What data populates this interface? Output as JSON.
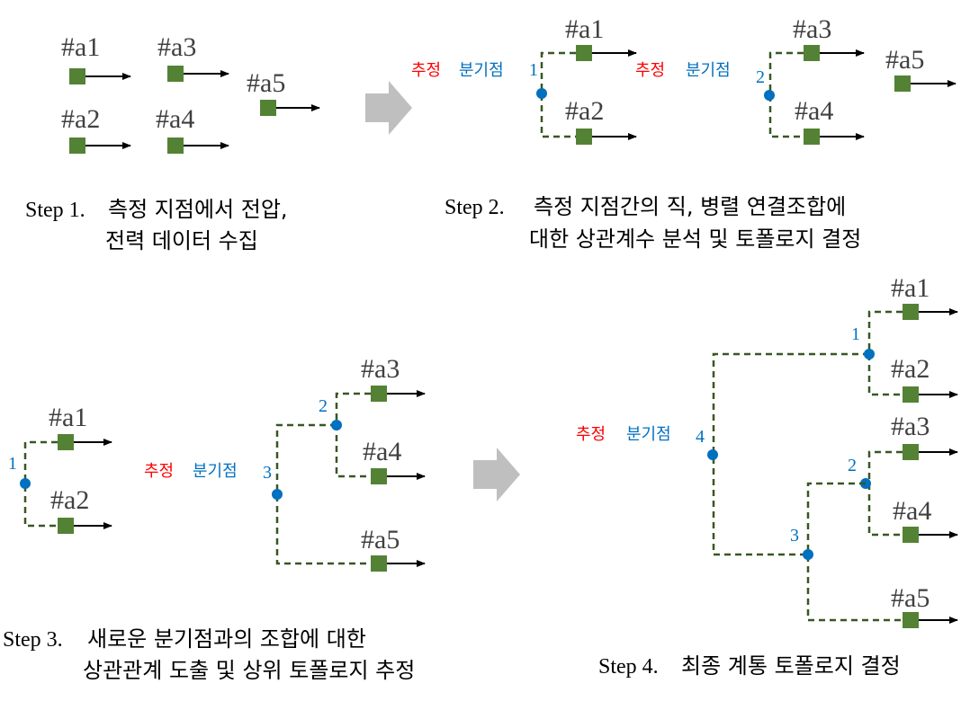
{
  "labels": {
    "a1": "#a1",
    "a2": "#a2",
    "a3": "#a3",
    "a4": "#a4",
    "a5": "#a5"
  },
  "branch_text": {
    "estimate": "추정",
    "branch_point": "분기점"
  },
  "branch_numbers": {
    "n1": "1",
    "n2": "2",
    "n3": "3",
    "n4": "4"
  },
  "steps": [
    {
      "prefix": "Step 1.",
      "line1": "측정 지점에서 전압,",
      "line2": "전력 데이터 수집"
    },
    {
      "prefix": "Step 2.",
      "line1": "측정 지점간의 직, 병렬 연결조합에",
      "line2": "대한 상관계수 분석 및 토폴로지 결정"
    },
    {
      "prefix": "Step 3.",
      "line1": "새로운 분기점과의 조합에 대한",
      "line2": "상관관계 도출 및 상위 토폴로지 추정"
    },
    {
      "prefix": "Step 4.",
      "line1": "최종 계통 토폴로지 결정"
    }
  ],
  "colors": {
    "node": "#548235",
    "dash": "#385723",
    "branch": "#0070c0",
    "estimate": "#ff0000",
    "arrow": "#bfbfbf"
  },
  "icons": {
    "node": "square-node-icon",
    "direction": "right-arrow-icon",
    "branch": "circle-branch-icon",
    "flow": "block-arrow-icon"
  }
}
